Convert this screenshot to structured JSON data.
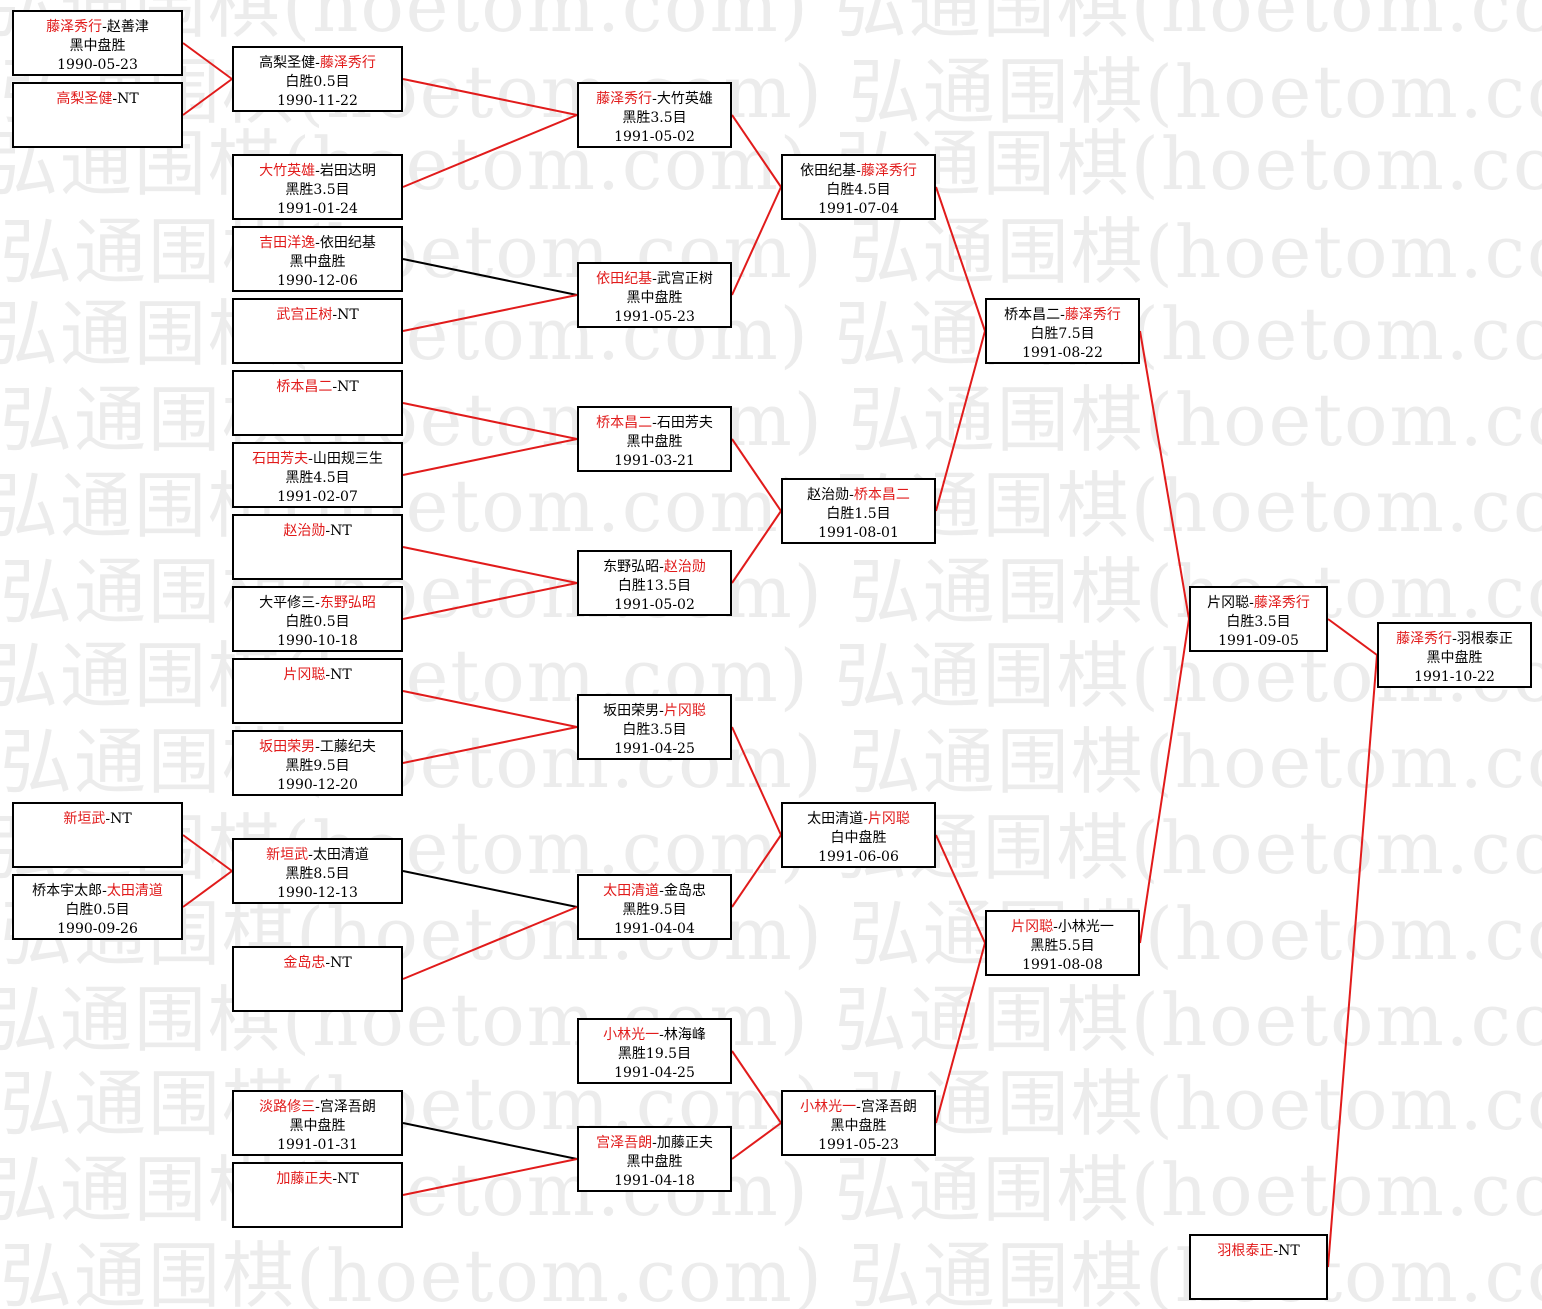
{
  "watermark": {
    "text": "弘通围棋(hoetom.com) 弘通围棋(hoetom.com) 弘通围棋(hoetom.com) 弘通围棋(hoetom.com)"
  },
  "colors": {
    "winner": "#e11b1b",
    "text": "#000000",
    "red_line": "#e11b1b",
    "black_line": "#000000"
  },
  "matches": [
    {
      "id": "m1",
      "p1": "藤泽秀行",
      "p2": "赵善津",
      "winner": 1,
      "result": "黑中盘胜",
      "date": "1990-05-23"
    },
    {
      "id": "m2",
      "p1": "高梨圣健",
      "p2": "NT",
      "winner": 1,
      "result": "",
      "date": ""
    },
    {
      "id": "m3",
      "p1": "高梨圣健",
      "p2": "藤泽秀行",
      "winner": 2,
      "result": "白胜0.5目",
      "date": "1990-11-22"
    },
    {
      "id": "m4",
      "p1": "大竹英雄",
      "p2": "岩田达明",
      "winner": 1,
      "result": "黑胜3.5目",
      "date": "1991-01-24"
    },
    {
      "id": "m5",
      "p1": "吉田洋逸",
      "p2": "依田纪基",
      "winner": 1,
      "result": "黑中盘胜",
      "date": "1990-12-06"
    },
    {
      "id": "m6",
      "p1": "武宫正树",
      "p2": "NT",
      "winner": 1,
      "result": "",
      "date": ""
    },
    {
      "id": "m7",
      "p1": "桥本昌二",
      "p2": "NT",
      "winner": 1,
      "result": "",
      "date": ""
    },
    {
      "id": "m8",
      "p1": "石田芳夫",
      "p2": "山田规三生",
      "winner": 1,
      "result": "黑胜4.5目",
      "date": "1991-02-07"
    },
    {
      "id": "m9",
      "p1": "赵治勋",
      "p2": "NT",
      "winner": 1,
      "result": "",
      "date": ""
    },
    {
      "id": "m10",
      "p1": "大平修三",
      "p2": "东野弘昭",
      "winner": 2,
      "result": "白胜0.5目",
      "date": "1990-10-18"
    },
    {
      "id": "m11",
      "p1": "片冈聪",
      "p2": "NT",
      "winner": 1,
      "result": "",
      "date": ""
    },
    {
      "id": "m12",
      "p1": "坂田荣男",
      "p2": "工藤纪夫",
      "winner": 1,
      "result": "黑胜9.5目",
      "date": "1990-12-20"
    },
    {
      "id": "m13",
      "p1": "新垣武",
      "p2": "NT",
      "winner": 1,
      "result": "",
      "date": ""
    },
    {
      "id": "m14",
      "p1": "桥本宇太郎",
      "p2": "太田清道",
      "winner": 2,
      "result": "白胜0.5目",
      "date": "1990-09-26"
    },
    {
      "id": "m15",
      "p1": "新垣武",
      "p2": "太田清道",
      "winner": 1,
      "result": "黑胜8.5目",
      "date": "1990-12-13"
    },
    {
      "id": "m16",
      "p1": "金岛忠",
      "p2": "NT",
      "winner": 1,
      "result": "",
      "date": ""
    },
    {
      "id": "m17",
      "p1": "淡路修三",
      "p2": "宫泽吾朗",
      "winner": 1,
      "result": "黑中盘胜",
      "date": "1991-01-31"
    },
    {
      "id": "m18",
      "p1": "加藤正夫",
      "p2": "NT",
      "winner": 1,
      "result": "",
      "date": ""
    },
    {
      "id": "m19",
      "p1": "藤泽秀行",
      "p2": "大竹英雄",
      "winner": 1,
      "result": "黑胜3.5目",
      "date": "1991-05-02"
    },
    {
      "id": "m20",
      "p1": "依田纪基",
      "p2": "武宫正树",
      "winner": 1,
      "result": "黑中盘胜",
      "date": "1991-05-23"
    },
    {
      "id": "m21",
      "p1": "桥本昌二",
      "p2": "石田芳夫",
      "winner": 1,
      "result": "黑中盘胜",
      "date": "1991-03-21"
    },
    {
      "id": "m22",
      "p1": "东野弘昭",
      "p2": "赵治勋",
      "winner": 2,
      "result": "白胜13.5目",
      "date": "1991-05-02"
    },
    {
      "id": "m23",
      "p1": "坂田荣男",
      "p2": "片冈聪",
      "winner": 2,
      "result": "白胜3.5目",
      "date": "1991-04-25"
    },
    {
      "id": "m24",
      "p1": "太田清道",
      "p2": "金岛忠",
      "winner": 1,
      "result": "黑胜9.5目",
      "date": "1991-04-04"
    },
    {
      "id": "m25",
      "p1": "小林光一",
      "p2": "林海峰",
      "winner": 1,
      "result": "黑胜19.5目",
      "date": "1991-04-25"
    },
    {
      "id": "m26",
      "p1": "宫泽吾朗",
      "p2": "加藤正夫",
      "winner": 1,
      "result": "黑中盘胜",
      "date": "1991-04-18"
    },
    {
      "id": "m27",
      "p1": "依田纪基",
      "p2": "藤泽秀行",
      "winner": 2,
      "result": "白胜4.5目",
      "date": "1991-07-04"
    },
    {
      "id": "m28",
      "p1": "赵治勋",
      "p2": "桥本昌二",
      "winner": 2,
      "result": "白胜1.5目",
      "date": "1991-08-01"
    },
    {
      "id": "m29",
      "p1": "太田清道",
      "p2": "片冈聪",
      "winner": 2,
      "result": "白中盘胜",
      "date": "1991-06-06"
    },
    {
      "id": "m30",
      "p1": "小林光一",
      "p2": "宫泽吾朗",
      "winner": 1,
      "result": "黑中盘胜",
      "date": "1991-05-23"
    },
    {
      "id": "m31",
      "p1": "桥本昌二",
      "p2": "藤泽秀行",
      "winner": 2,
      "result": "白胜7.5目",
      "date": "1991-08-22"
    },
    {
      "id": "m32",
      "p1": "片冈聪",
      "p2": "小林光一",
      "winner": 1,
      "result": "黑胜5.5目",
      "date": "1991-08-08"
    },
    {
      "id": "m33",
      "p1": "片冈聪",
      "p2": "藤泽秀行",
      "winner": 2,
      "result": "白胜3.5目",
      "date": "1991-09-05"
    },
    {
      "id": "m34",
      "p1": "羽根泰正",
      "p2": "NT",
      "winner": 1,
      "result": "",
      "date": ""
    },
    {
      "id": "m35",
      "p1": "藤泽秀行",
      "p2": "羽根泰正",
      "winner": 1,
      "result": "黑中盘胜",
      "date": "1991-10-22"
    }
  ],
  "connections": [
    {
      "from": "m1",
      "to": "m3",
      "color": "red"
    },
    {
      "from": "m2",
      "to": "m3",
      "color": "red"
    },
    {
      "from": "m3",
      "to": "m19",
      "color": "red"
    },
    {
      "from": "m4",
      "to": "m19",
      "color": "red"
    },
    {
      "from": "m5",
      "to": "m20",
      "color": "black"
    },
    {
      "from": "m6",
      "to": "m20",
      "color": "red"
    },
    {
      "from": "m7",
      "to": "m21",
      "color": "red"
    },
    {
      "from": "m8",
      "to": "m21",
      "color": "red"
    },
    {
      "from": "m9",
      "to": "m22",
      "color": "red"
    },
    {
      "from": "m10",
      "to": "m22",
      "color": "red"
    },
    {
      "from": "m11",
      "to": "m23",
      "color": "red"
    },
    {
      "from": "m12",
      "to": "m23",
      "color": "red"
    },
    {
      "from": "m13",
      "to": "m15",
      "color": "red"
    },
    {
      "from": "m14",
      "to": "m15",
      "color": "red"
    },
    {
      "from": "m15",
      "to": "m24",
      "color": "black"
    },
    {
      "from": "m16",
      "to": "m24",
      "color": "red"
    },
    {
      "from": "m17",
      "to": "m26",
      "color": "black"
    },
    {
      "from": "m18",
      "to": "m26",
      "color": "red"
    },
    {
      "from": "m19",
      "to": "m27",
      "color": "red"
    },
    {
      "from": "m20",
      "to": "m27",
      "color": "red"
    },
    {
      "from": "m21",
      "to": "m28",
      "color": "red"
    },
    {
      "from": "m22",
      "to": "m28",
      "color": "red"
    },
    {
      "from": "m23",
      "to": "m29",
      "color": "red"
    },
    {
      "from": "m24",
      "to": "m29",
      "color": "red"
    },
    {
      "from": "m25",
      "to": "m30",
      "color": "red"
    },
    {
      "from": "m26",
      "to": "m30",
      "color": "red"
    },
    {
      "from": "m27",
      "to": "m31",
      "color": "red"
    },
    {
      "from": "m28",
      "to": "m31",
      "color": "red"
    },
    {
      "from": "m29",
      "to": "m32",
      "color": "red"
    },
    {
      "from": "m30",
      "to": "m32",
      "color": "red"
    },
    {
      "from": "m31",
      "to": "m33",
      "color": "red"
    },
    {
      "from": "m32",
      "to": "m33",
      "color": "red"
    },
    {
      "from": "m33",
      "to": "m35",
      "color": "red"
    },
    {
      "from": "m34",
      "to": "m35",
      "color": "red"
    }
  ]
}
